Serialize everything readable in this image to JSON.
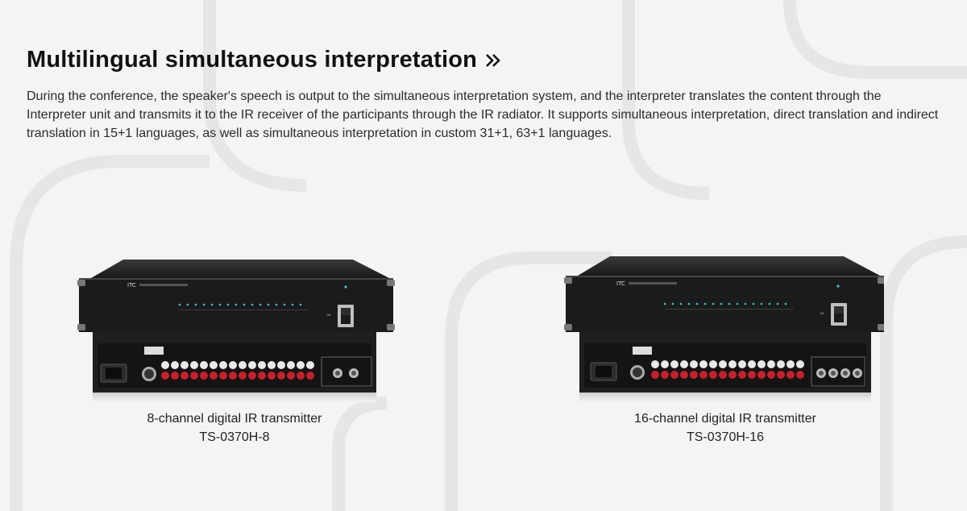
{
  "section": {
    "title": "Multilingual simultaneous interpretation",
    "title_icon": "double-chevron-right-icon",
    "description": "During the conference, the speaker's speech is output to the simultaneous interpretation system, and the interpreter translates the content through the Interpreter unit and transmits it to the IR receiver of the participants through the IR radiator. It supports simultaneous interpretation, direct translation and indirect translation in 15+1 languages, as well as simultaneous interpretation in custom 31+1, 63+1 languages."
  },
  "products": [
    {
      "name": "8-channel digital IR transmitter",
      "model": "TS-0370H-8",
      "brand_logo": "ITC",
      "front_leds": 16,
      "rear_outputs": 2
    },
    {
      "name": "16-channel digital IR transmitter",
      "model": "TS-0370H-16",
      "brand_logo": "ITC",
      "front_leds": 16,
      "rear_outputs": 4
    }
  ],
  "colors": {
    "background": "#f4f4f4",
    "device_body": "#1b1b1b",
    "led": "#36c7d0",
    "rca_red": "#c8202a",
    "rca_white": "#e9e9e9"
  }
}
